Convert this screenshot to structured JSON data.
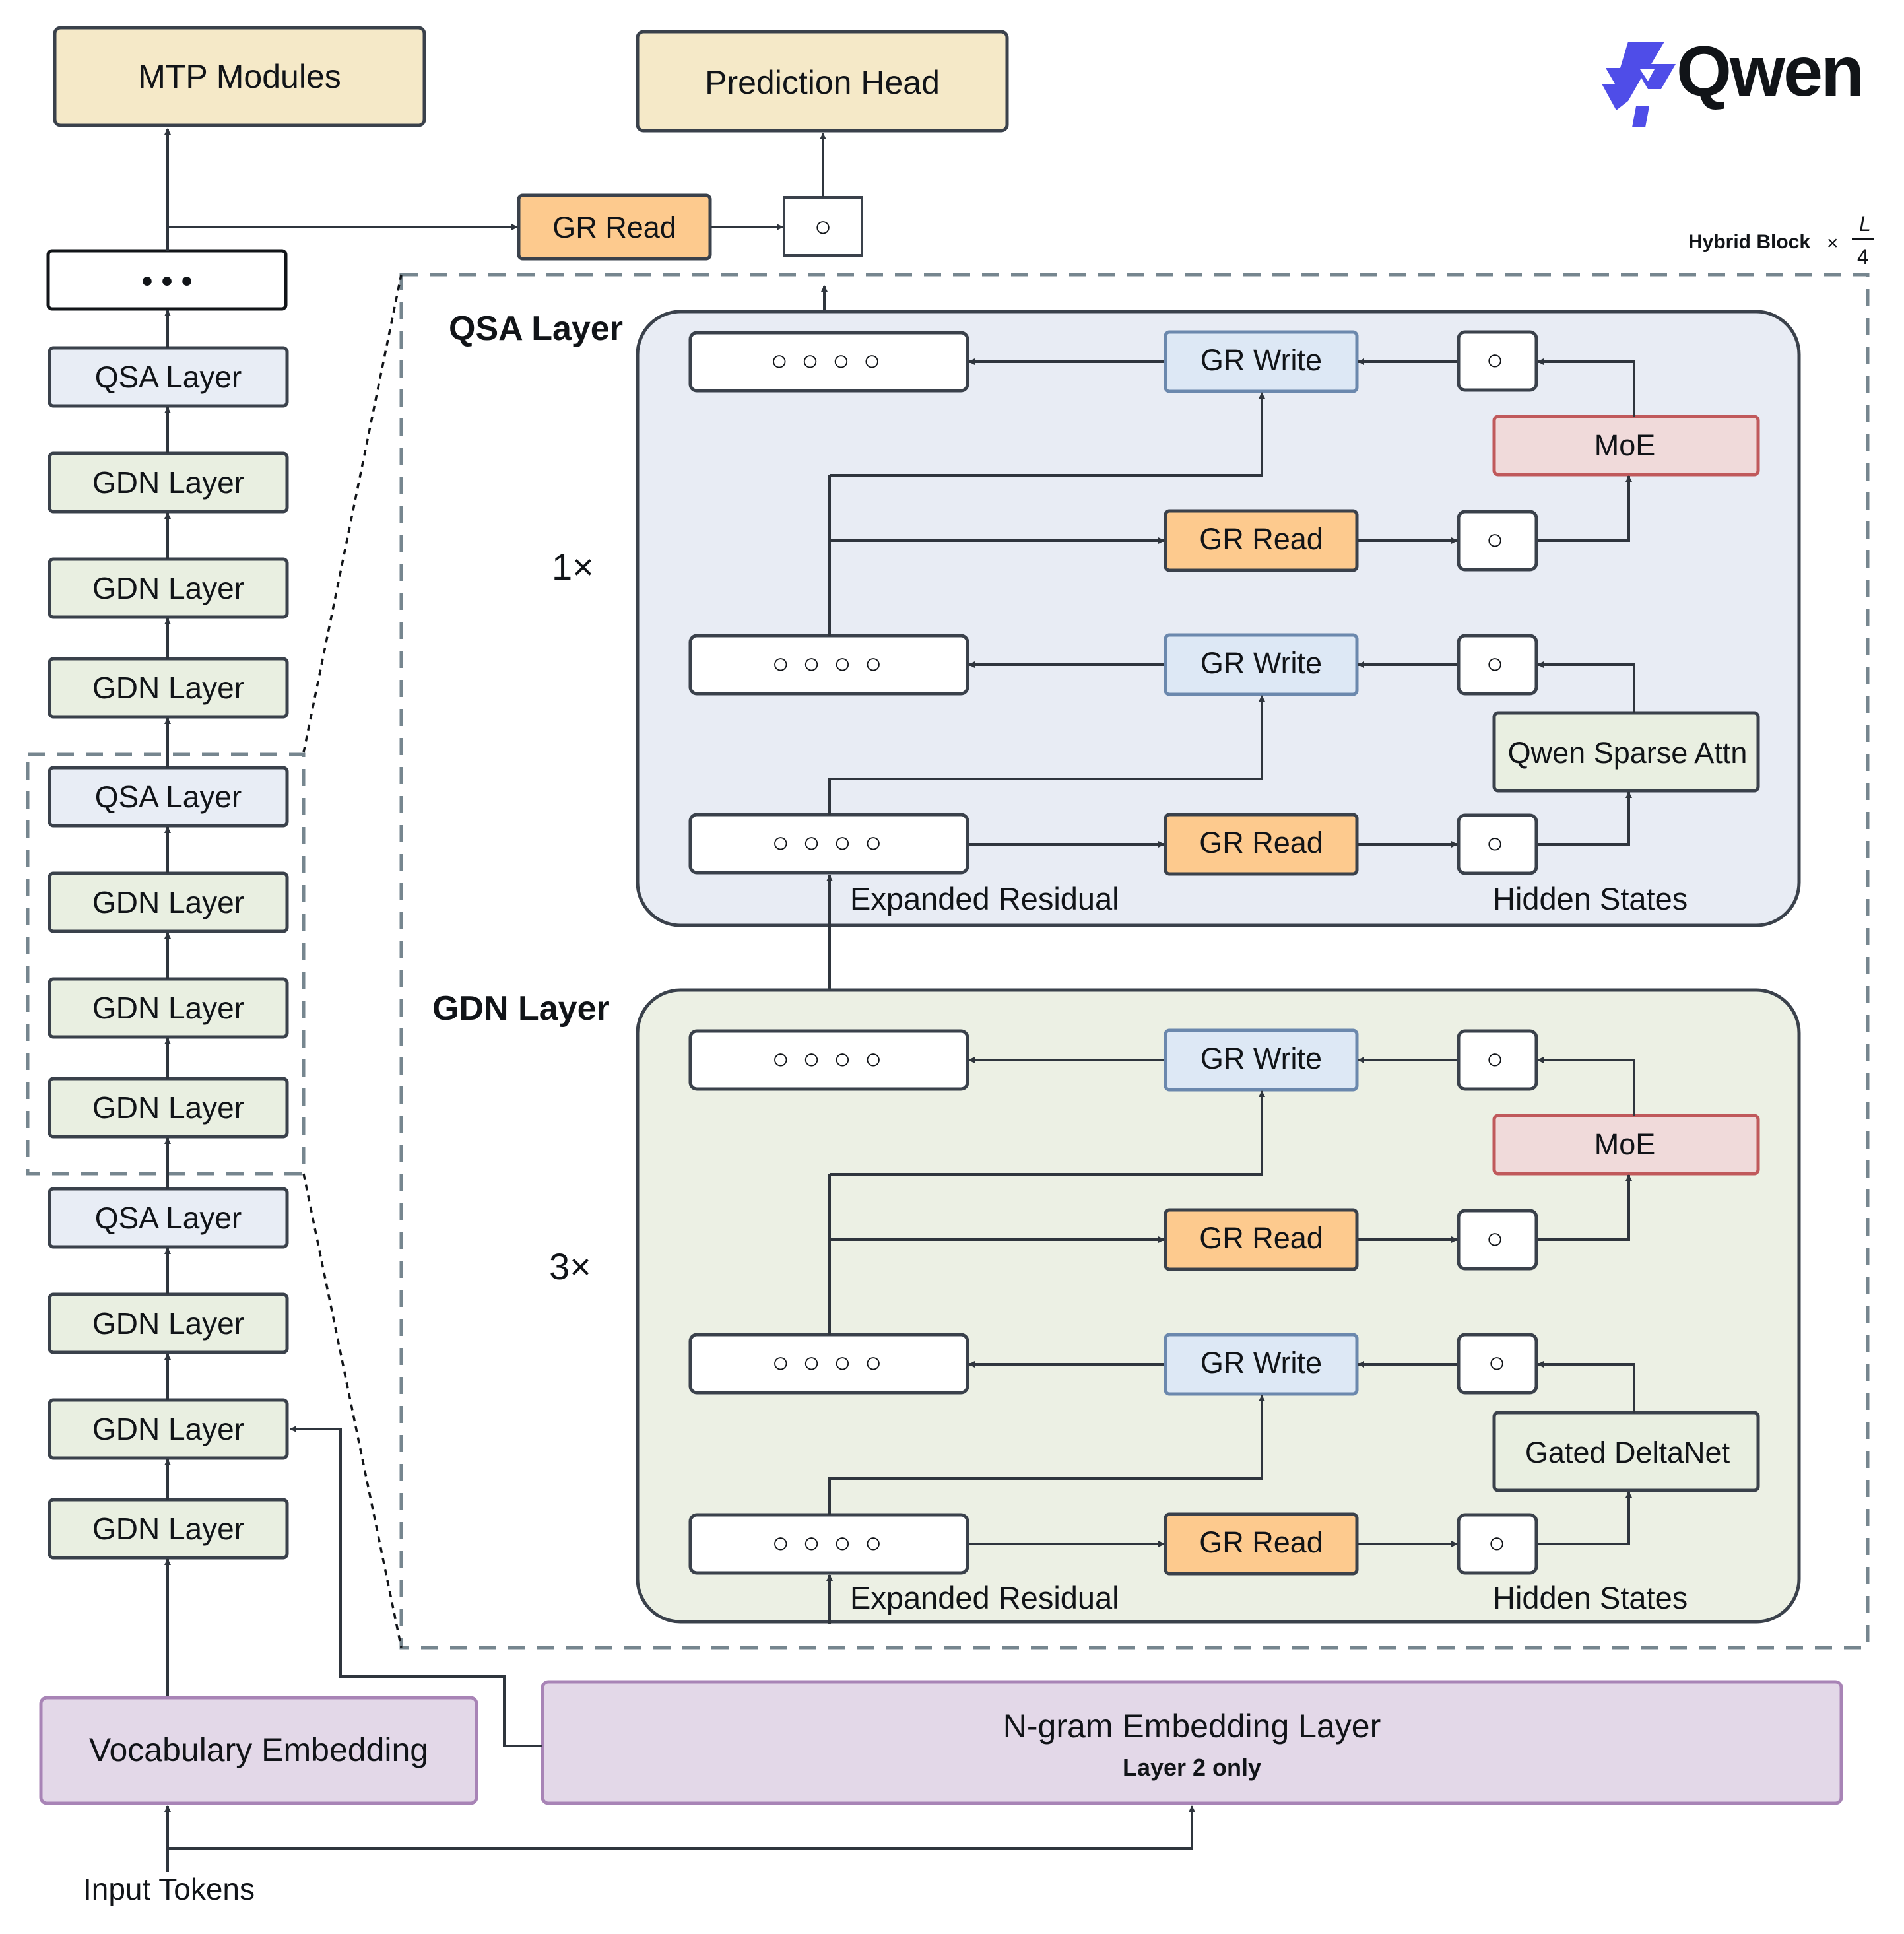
{
  "brand": {
    "name": "Qwen"
  },
  "colors": {
    "stroke": "#3a414b",
    "arrow": "#2f353d",
    "cream": "#f5e9c8",
    "orange": "#fdca8e",
    "write_fill": "#dde8f5",
    "write_stroke": "#6b88ad",
    "gdn_fill": "#e9efe1",
    "qsa_fill": "#e8edf5",
    "moe_fill": "#f0dada",
    "moe_stroke": "#c0595b",
    "qsa_panel": "#e8ecf4",
    "gdn_panel": "#ecf0e4",
    "embed_fill": "#e3d8e8",
    "embed_stroke": "#a884b6",
    "dash": "#76868f"
  },
  "stack": {
    "mtp": "MTP Modules",
    "ellipsis": "• • •",
    "layers": [
      "QSA Layer",
      "GDN Layer",
      "GDN Layer",
      "GDN Layer",
      "QSA Layer",
      "GDN Layer",
      "GDN Layer",
      "GDN Layer",
      "QSA Layer",
      "GDN Layer",
      "GDN Layer",
      "GDN Layer"
    ]
  },
  "top": {
    "prediction_head": "Prediction Head",
    "gr_read": "GR Read",
    "hidden_state_glyph": "○"
  },
  "hybrid_block": {
    "label": "Hybrid Block",
    "times": "×",
    "frac_num": "L",
    "frac_den": "4"
  },
  "qsa_panel": {
    "title": "QSA Layer",
    "repeat": "1×",
    "expanded_residual": "Expanded Residual",
    "hidden_states": "Hidden States",
    "attn": "Qwen Sparse Attn",
    "moe": "MoE",
    "gr_write": "GR Write",
    "gr_read": "GR Read",
    "residual_glyphs": "○ ○ ○ ○",
    "hidden_glyph": "○"
  },
  "gdn_panel": {
    "title": "GDN Layer",
    "repeat": "3×",
    "expanded_residual": "Expanded Residual",
    "hidden_states": "Hidden States",
    "attn": "Gated DeltaNet",
    "moe": "MoE",
    "gr_write": "GR Write",
    "gr_read": "GR Read",
    "residual_glyphs": "○ ○ ○ ○",
    "hidden_glyph": "○"
  },
  "bottom": {
    "vocab": "Vocabulary Embedding",
    "ngram": "N-gram Embedding Layer",
    "ngram_note": "Layer 2 only",
    "input": "Input Tokens"
  }
}
